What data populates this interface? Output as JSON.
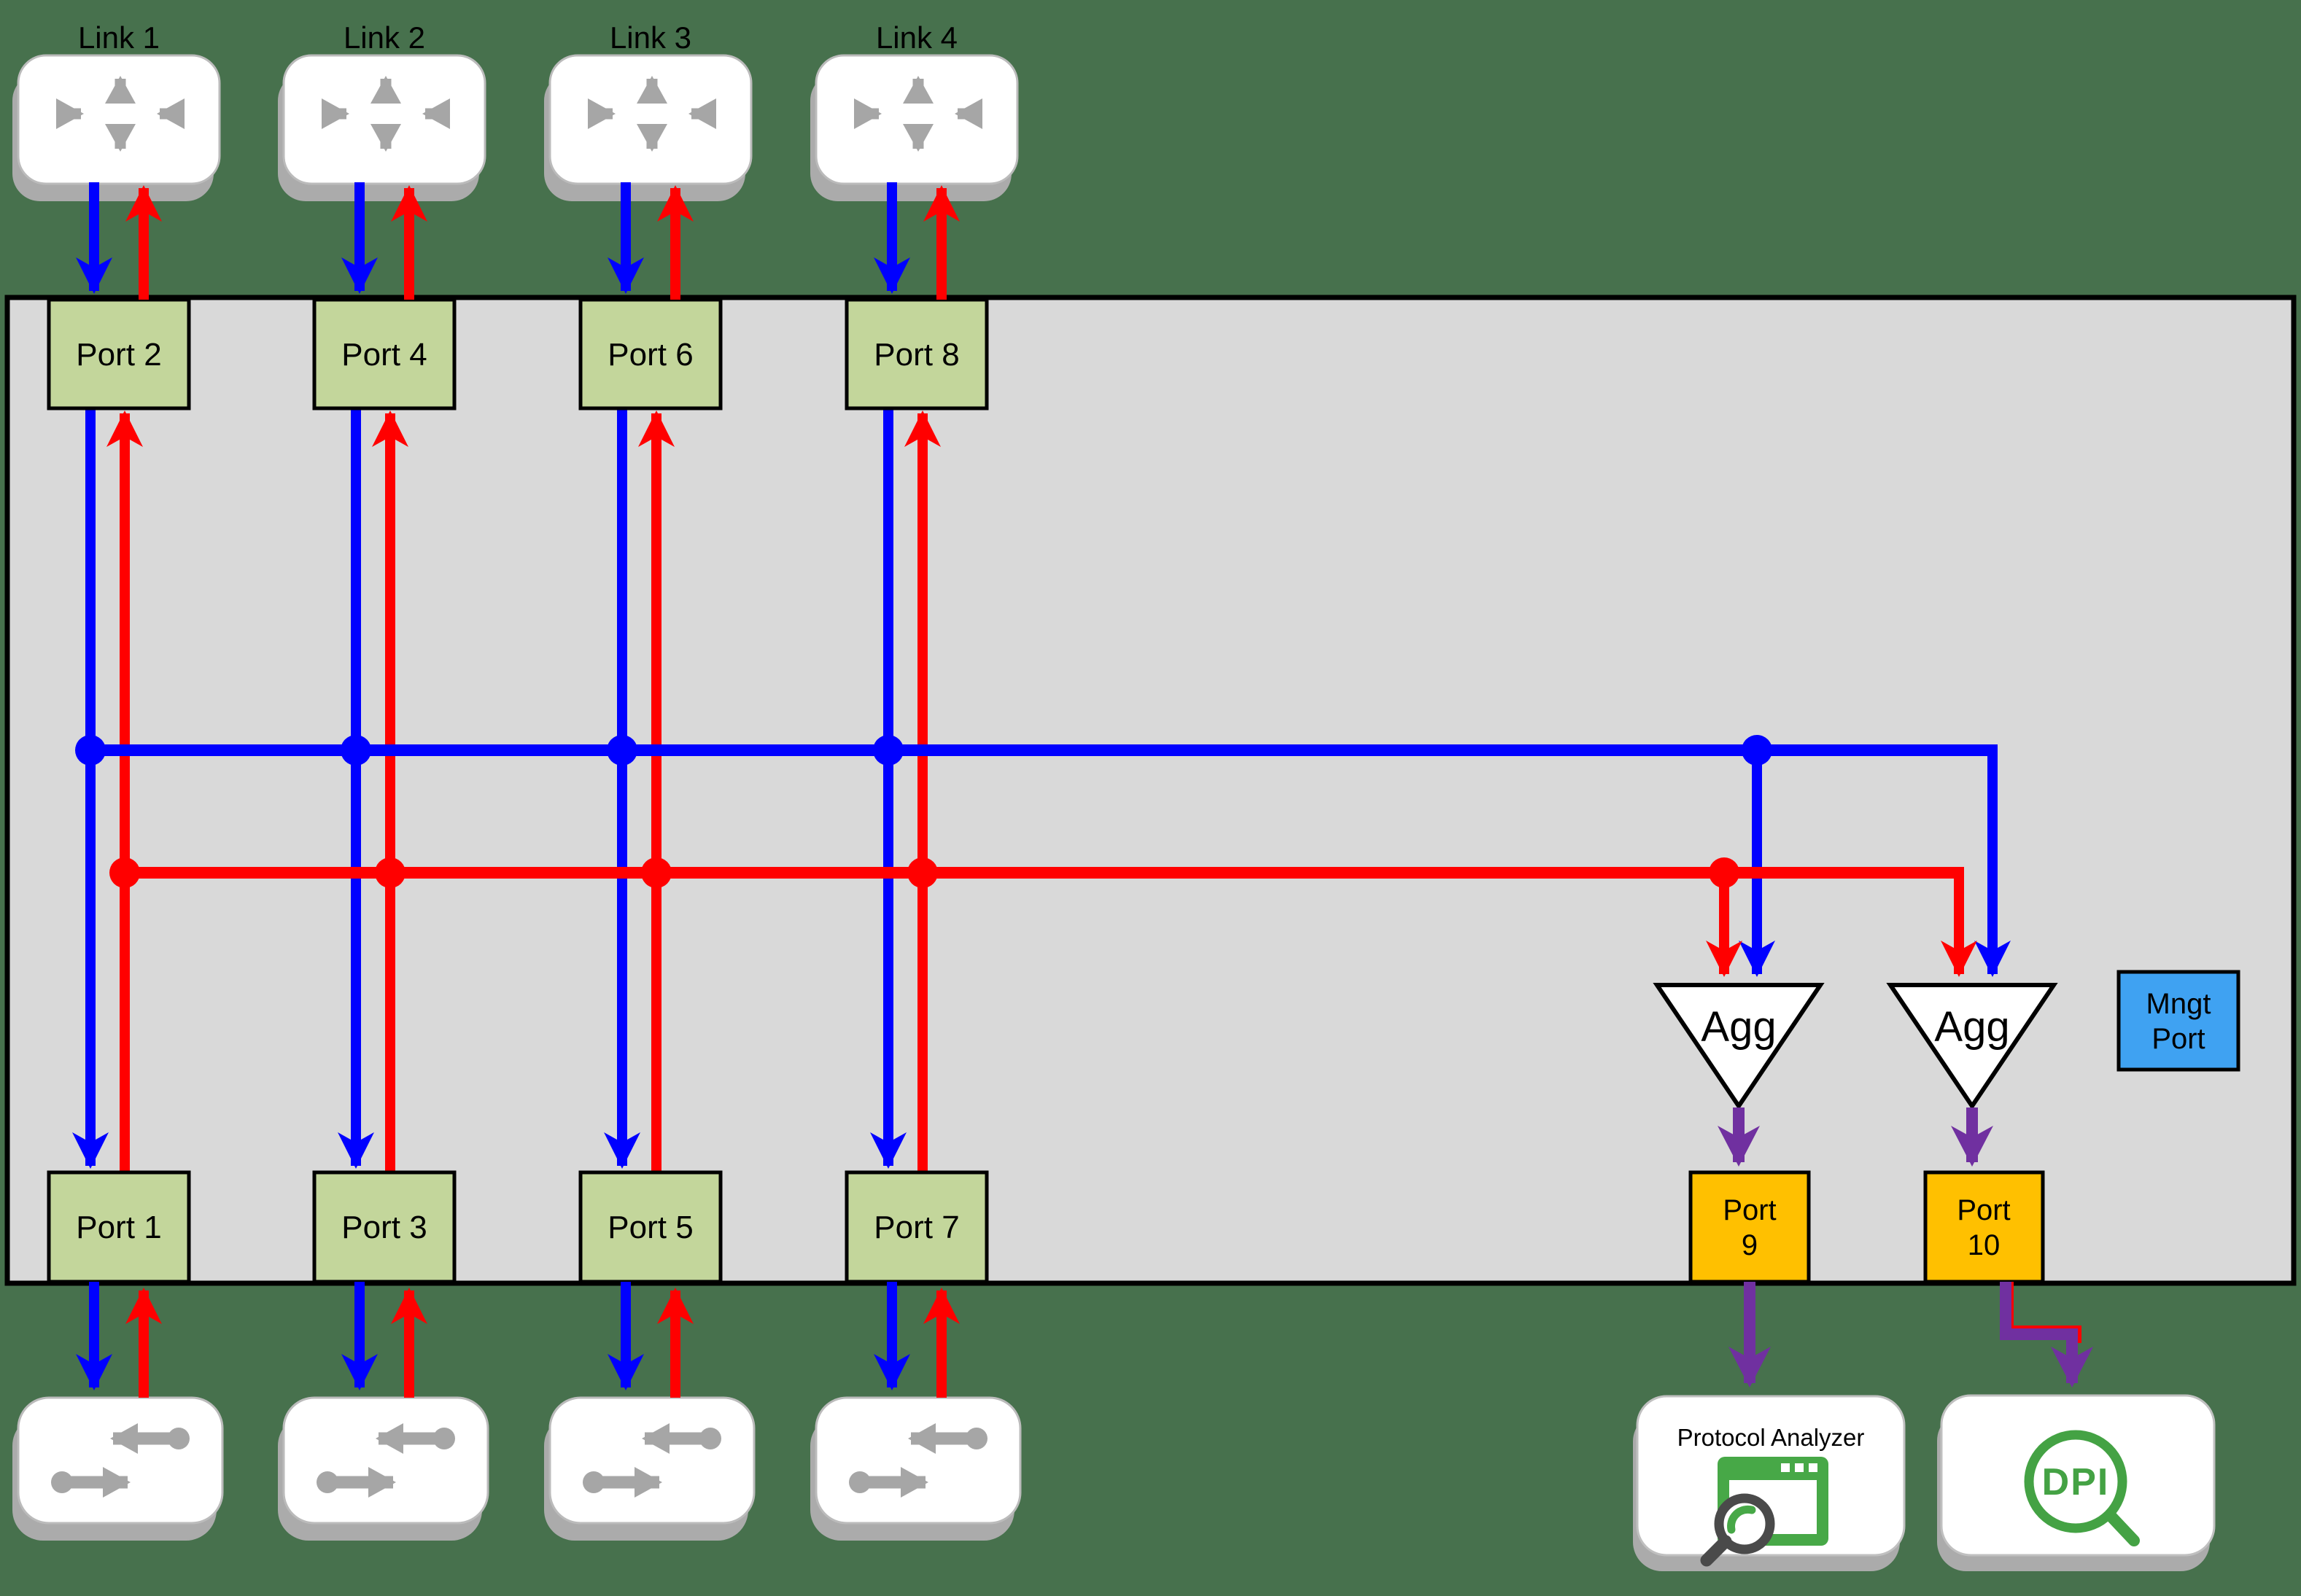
{
  "links": [
    {
      "label": "Link 1",
      "icon": "router-icon"
    },
    {
      "label": "Link 2",
      "icon": "router-icon"
    },
    {
      "label": "Link 3",
      "icon": "router-icon"
    },
    {
      "label": "Link 4",
      "icon": "router-icon"
    }
  ],
  "device": {
    "top_ports": [
      {
        "label": "Port 2"
      },
      {
        "label": "Port 4"
      },
      {
        "label": "Port 6"
      },
      {
        "label": "Port 8"
      }
    ],
    "bottom_ports": [
      {
        "label": "Port 1"
      },
      {
        "label": "Port 3"
      },
      {
        "label": "Port 5"
      },
      {
        "label": "Port 7"
      }
    ],
    "aggregators": [
      {
        "label": "Agg"
      },
      {
        "label": "Agg"
      }
    ],
    "output_ports": [
      {
        "line1": "Port",
        "line2": "9"
      },
      {
        "line1": "Port",
        "line2": "10"
      }
    ],
    "management_port": {
      "line1": "Mngt",
      "line2": "Port"
    }
  },
  "tools": {
    "protocol_analyzer": {
      "label": "Protocol Analyzer",
      "icon": "protocol-analyzer-icon"
    },
    "dpi": {
      "label": "DPI",
      "icon": "dpi-magnifying-glass-icon"
    }
  },
  "endpoints": [
    {
      "icon": "switch-icon"
    },
    {
      "icon": "switch-icon"
    },
    {
      "icon": "switch-icon"
    },
    {
      "icon": "switch-icon"
    }
  ],
  "colors": {
    "background": "#47714D",
    "chassis_fill": "#D9D9D9",
    "tap_port_fill": "#C3D69B",
    "tool_port_fill": "#FFC000",
    "management_port_fill": "#3FA2F2",
    "network_flow_blue": "#0000FF",
    "return_flow_red": "#FF0000",
    "monitor_flow_purple": "#7030A0",
    "device_icon_gray": "#A6A6A6",
    "analyzer_green": "#47A847"
  }
}
